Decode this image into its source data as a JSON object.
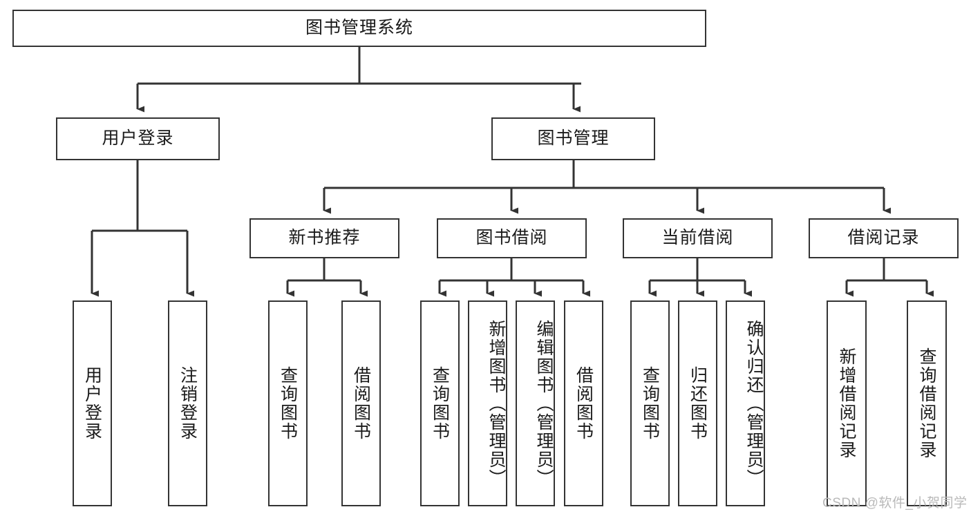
{
  "diagram": {
    "title": "图书管理系统",
    "type": "hierarchy-tree",
    "root": {
      "id": "root",
      "label": "图书管理系统"
    },
    "level2": [
      {
        "id": "user-login",
        "label": "用户登录"
      },
      {
        "id": "book-manage",
        "label": "图书管理"
      }
    ],
    "level3": [
      {
        "id": "new-book-recommend",
        "label": "新书推荐",
        "parent": "book-manage"
      },
      {
        "id": "book-borrow",
        "label": "图书借阅",
        "parent": "book-manage"
      },
      {
        "id": "current-borrow",
        "label": "当前借阅",
        "parent": "book-manage"
      },
      {
        "id": "borrow-record",
        "label": "借阅记录",
        "parent": "book-manage"
      }
    ],
    "leaves": [
      {
        "id": "leaf-user-login",
        "label": "用户登录",
        "parent": "user-login"
      },
      {
        "id": "leaf-logout",
        "label": "注销登录",
        "parent": "user-login"
      },
      {
        "id": "leaf-query-book-1",
        "label": "查询图书",
        "parent": "new-book-recommend"
      },
      {
        "id": "leaf-borrow-book-1",
        "label": "借阅图书",
        "parent": "new-book-recommend"
      },
      {
        "id": "leaf-query-book-2",
        "label": "查询图书",
        "parent": "book-borrow"
      },
      {
        "id": "leaf-add-book",
        "label": "新增图书（管理员）",
        "parent": "book-borrow"
      },
      {
        "id": "leaf-edit-book",
        "label": "编辑图书（管理员）",
        "parent": "book-borrow"
      },
      {
        "id": "leaf-borrow-book-2",
        "label": "借阅图书",
        "parent": "book-borrow"
      },
      {
        "id": "leaf-query-book-3",
        "label": "查询图书",
        "parent": "current-borrow"
      },
      {
        "id": "leaf-return-book",
        "label": "归还图书",
        "parent": "current-borrow"
      },
      {
        "id": "leaf-confirm-return",
        "label": "确认归还（管理员）",
        "parent": "current-borrow"
      },
      {
        "id": "leaf-add-record",
        "label": "新增借阅记录",
        "parent": "borrow-record"
      },
      {
        "id": "leaf-query-record",
        "label": "查询借阅记录",
        "parent": "borrow-record"
      }
    ],
    "watermark": "CSDN @软件_小贺同学",
    "colors": {
      "stroke": "#333333",
      "background": "#ffffff",
      "text": "#1a1a1a",
      "watermark": "#b9b9b9"
    }
  }
}
